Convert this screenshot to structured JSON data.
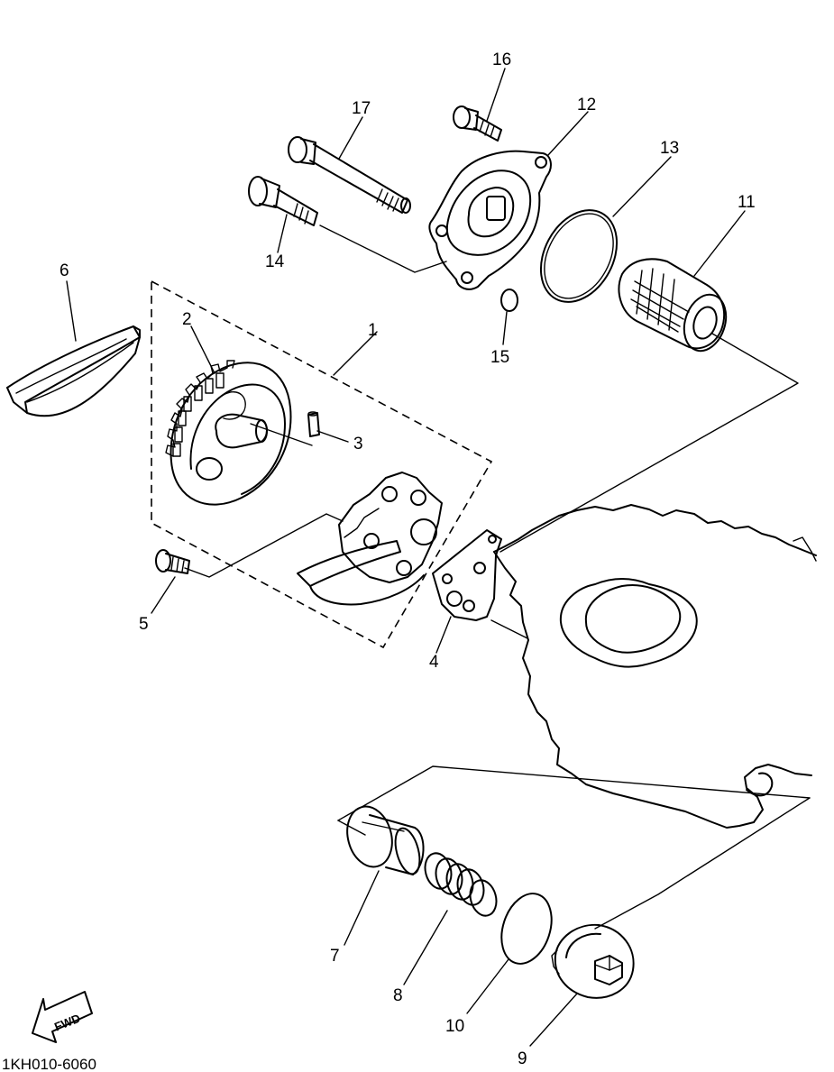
{
  "diagram": {
    "drawing_code": "1KH010-6060",
    "fwd_label": "FWD",
    "parts": [
      {
        "id": "p1",
        "number": "1"
      },
      {
        "id": "p2",
        "number": "2"
      },
      {
        "id": "p3",
        "number": "3"
      },
      {
        "id": "p4",
        "number": "4"
      },
      {
        "id": "p5",
        "number": "5"
      },
      {
        "id": "p6",
        "number": "6"
      },
      {
        "id": "p7",
        "number": "7"
      },
      {
        "id": "p8",
        "number": "8"
      },
      {
        "id": "p9",
        "number": "9"
      },
      {
        "id": "p10",
        "number": "10"
      },
      {
        "id": "p11",
        "number": "11"
      },
      {
        "id": "p12",
        "number": "12"
      },
      {
        "id": "p13",
        "number": "13"
      },
      {
        "id": "p14",
        "number": "14"
      },
      {
        "id": "p15",
        "number": "15"
      },
      {
        "id": "p16",
        "number": "16"
      },
      {
        "id": "p17",
        "number": "17"
      }
    ]
  }
}
